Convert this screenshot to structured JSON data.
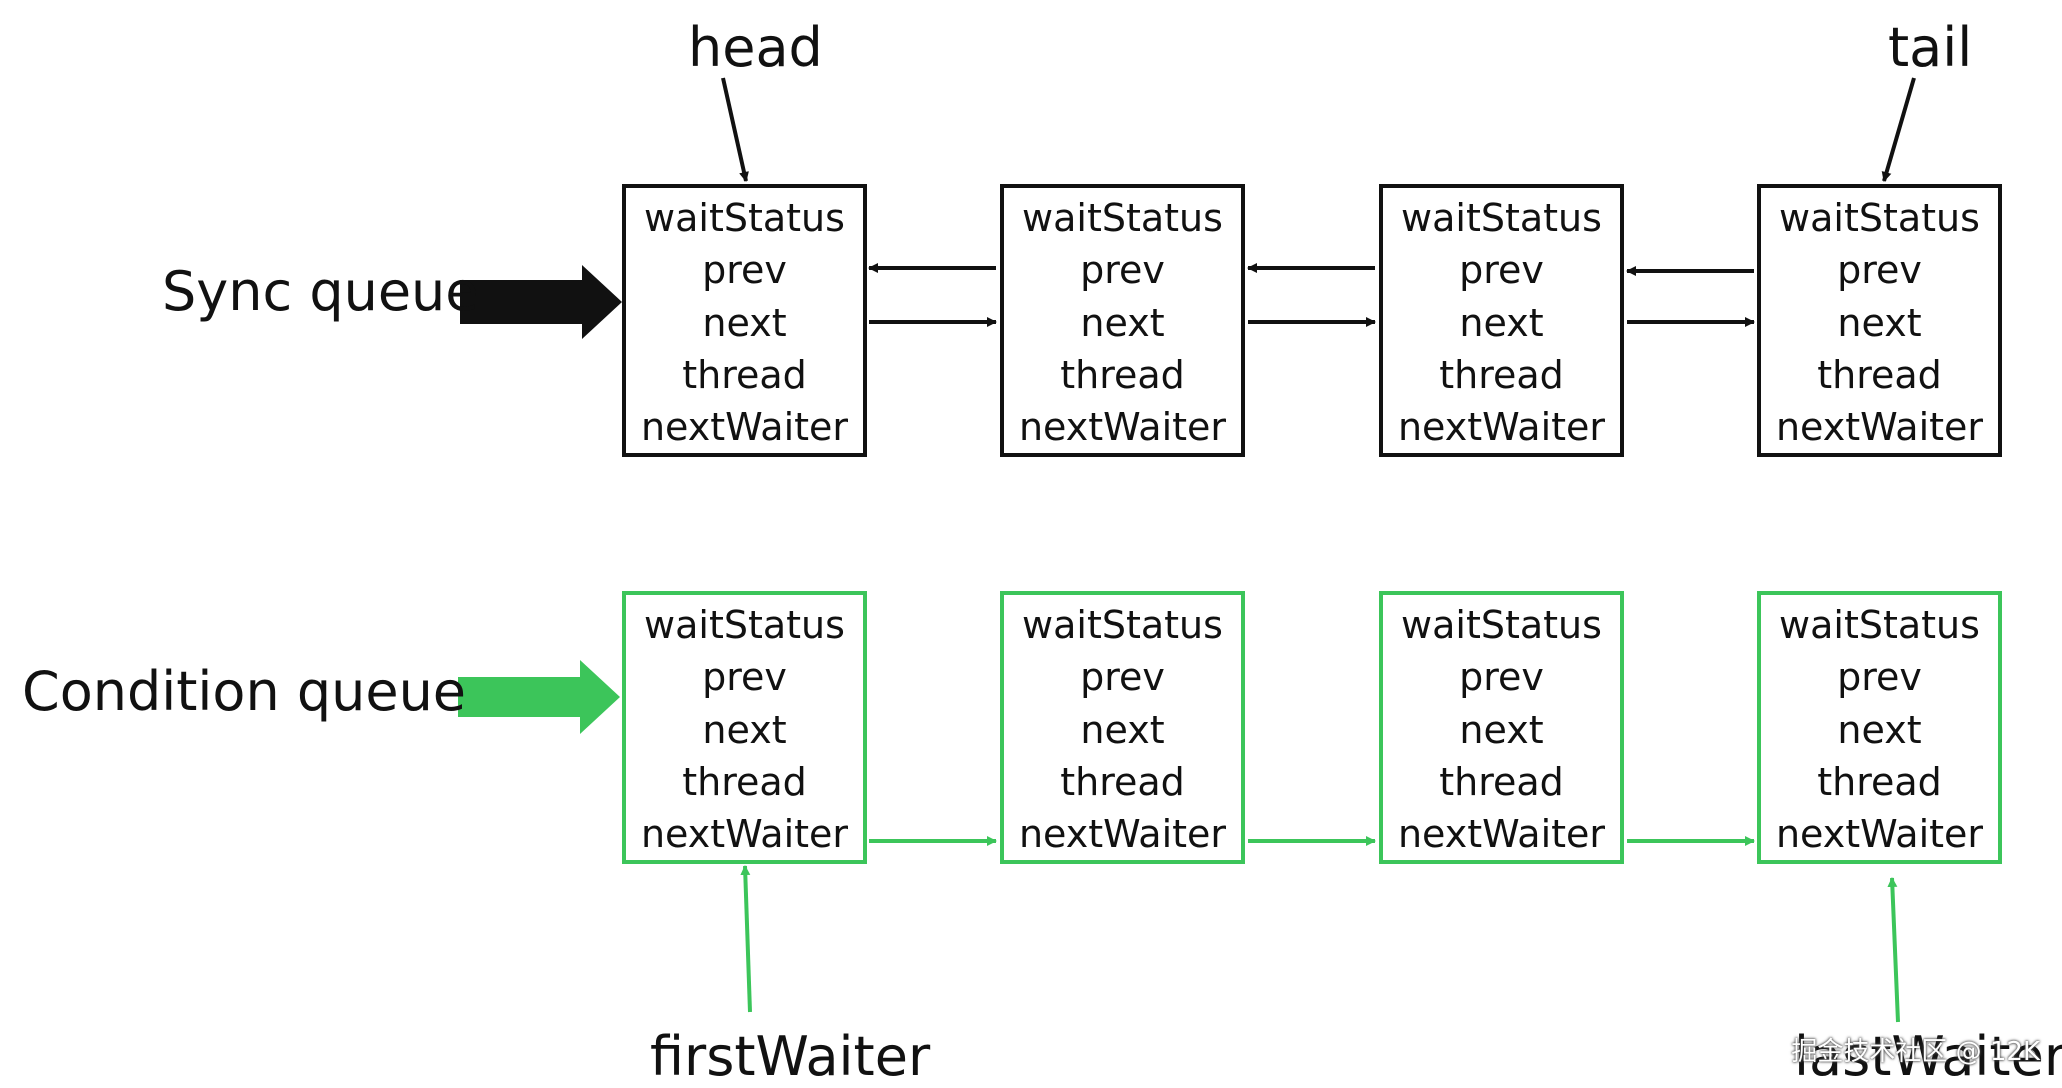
{
  "sync_queue": {
    "label": "Sync queue",
    "head_label": "head",
    "tail_label": "tail",
    "color": "#111111",
    "nodes": [
      {
        "fields": [
          "waitStatus",
          "prev",
          "next",
          "thread",
          "nextWaiter"
        ]
      },
      {
        "fields": [
          "waitStatus",
          "prev",
          "next",
          "thread",
          "nextWaiter"
        ]
      },
      {
        "fields": [
          "waitStatus",
          "prev",
          "next",
          "thread",
          "nextWaiter"
        ]
      },
      {
        "fields": [
          "waitStatus",
          "prev",
          "next",
          "thread",
          "nextWaiter"
        ]
      }
    ]
  },
  "condition_queue": {
    "label": "Condition queue",
    "first_waiter_label": "firstWaiter",
    "last_waiter_label": "lastWaiter",
    "color": "#3cc55a",
    "nodes": [
      {
        "fields": [
          "waitStatus",
          "prev",
          "next",
          "thread",
          "nextWaiter"
        ]
      },
      {
        "fields": [
          "waitStatus",
          "prev",
          "next",
          "thread",
          "nextWaiter"
        ]
      },
      {
        "fields": [
          "waitStatus",
          "prev",
          "next",
          "thread",
          "nextWaiter"
        ]
      },
      {
        "fields": [
          "waitStatus",
          "prev",
          "next",
          "thread",
          "nextWaiter"
        ]
      }
    ]
  },
  "watermark": "掘金技术社区 @ 12K"
}
